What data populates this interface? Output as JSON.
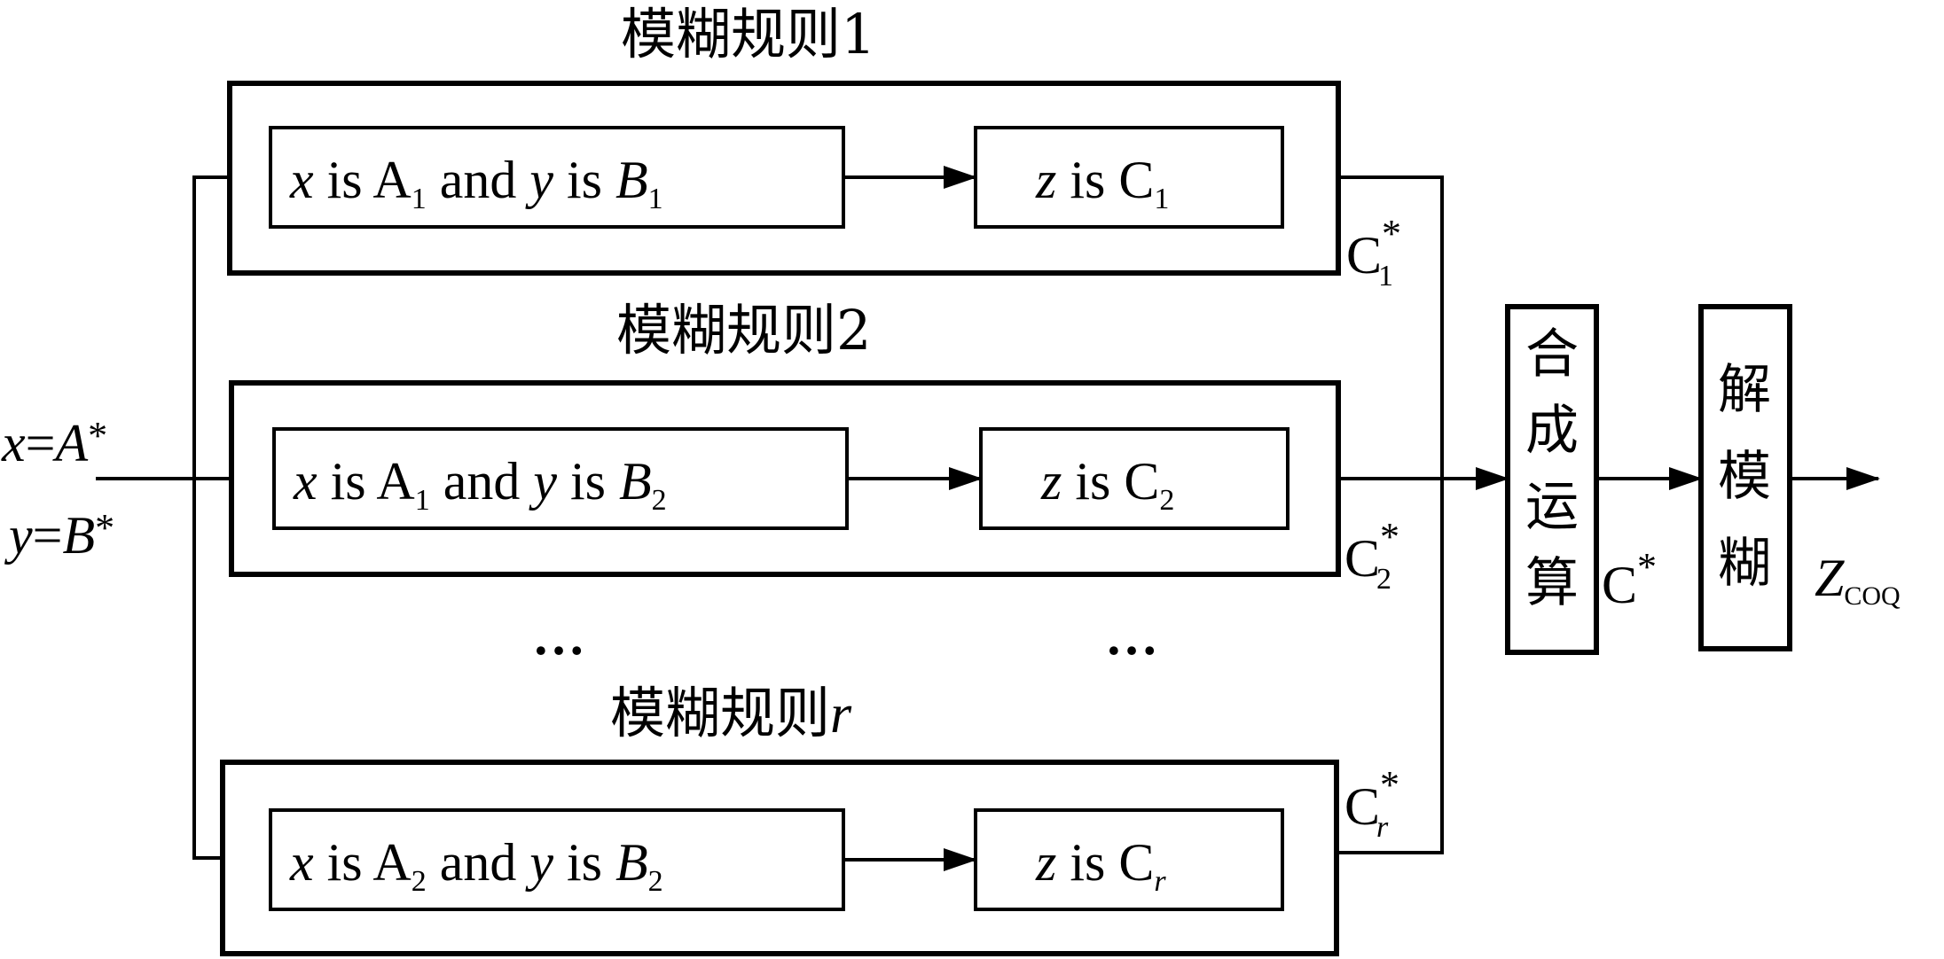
{
  "rules": [
    {
      "title": "模糊规则1",
      "antecedent": {
        "x": "x",
        "is1": " is ",
        "A": "A",
        "A_sub": "1",
        "and": " and ",
        "y": "y",
        "is2": " is ",
        "B": "B",
        "B_sub": "1"
      },
      "consequent": {
        "z": "z",
        "is": " is ",
        "C": "C",
        "C_sub": "1"
      },
      "output": {
        "C": "C",
        "star": "*",
        "sub": "1"
      }
    },
    {
      "title": "模糊规则2",
      "antecedent": {
        "x": "x",
        "is1": " is ",
        "A": "A",
        "A_sub": "1",
        "and": " and ",
        "y": "y",
        "is2": " is ",
        "B": "B",
        "B_sub": "2"
      },
      "consequent": {
        "z": "z",
        "is": " is ",
        "C": "C",
        "C_sub": "2"
      },
      "output": {
        "C": "C",
        "star": "*",
        "sub": "2"
      }
    },
    {
      "title_text": "模糊规则",
      "title_var": "r",
      "antecedent": {
        "x": "x",
        "is1": " is ",
        "A": "A",
        "A_sub": "2",
        "and": " and ",
        "y": "y",
        "is2": " is ",
        "B": "B",
        "B_sub": "2"
      },
      "consequent": {
        "z": "z",
        "is": " is ",
        "C": "C",
        "C_sub": "r"
      },
      "output": {
        "C": "C",
        "star": "*",
        "sub": "r"
      }
    }
  ],
  "inputs": {
    "x_var": "x",
    "x_eq": "=",
    "x_val": "A",
    "x_star": "*",
    "y_var": "y",
    "y_eq": "=",
    "y_val": "B",
    "y_star": "*"
  },
  "ellipsis": "…",
  "composition_block": [
    "合",
    "成",
    "运",
    "算"
  ],
  "composition_output": {
    "C": "C",
    "star": "*"
  },
  "defuzz_block": [
    "解",
    "模",
    "糊"
  ],
  "final_output": {
    "Z": "Z",
    "sub": "COQ"
  }
}
